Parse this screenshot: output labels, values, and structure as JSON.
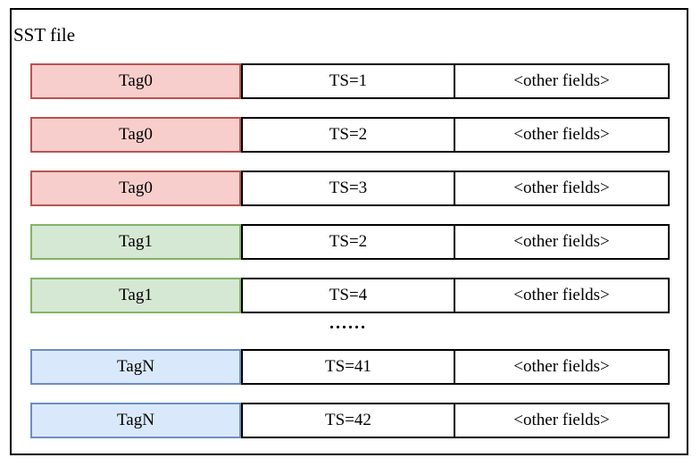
{
  "title": "SST file",
  "ellipsis": "......",
  "colors": {
    "red_fill": "#f8cecc",
    "red_border": "#b85450",
    "green_fill": "#d5e8d4",
    "green_border": "#82b366",
    "blue_fill": "#dae8fc",
    "blue_border": "#6c8ebf",
    "frame_border": "#000000",
    "cell_fill": "#ffffff"
  },
  "rows": [
    {
      "tag": "Tag0",
      "ts": "TS=1",
      "other": "<other fields>",
      "color": "red"
    },
    {
      "tag": "Tag0",
      "ts": "TS=2",
      "other": "<other fields>",
      "color": "red"
    },
    {
      "tag": "Tag0",
      "ts": "TS=3",
      "other": "<other fields>",
      "color": "red"
    },
    {
      "tag": "Tag1",
      "ts": "TS=2",
      "other": "<other fields>",
      "color": "green"
    },
    {
      "tag": "Tag1",
      "ts": "TS=4",
      "other": "<other fields>",
      "color": "green"
    },
    {
      "tag": "TagN",
      "ts": "TS=41",
      "other": "<other fields>",
      "color": "blue"
    },
    {
      "tag": "TagN",
      "ts": "TS=42",
      "other": "<other fields>",
      "color": "blue"
    }
  ]
}
